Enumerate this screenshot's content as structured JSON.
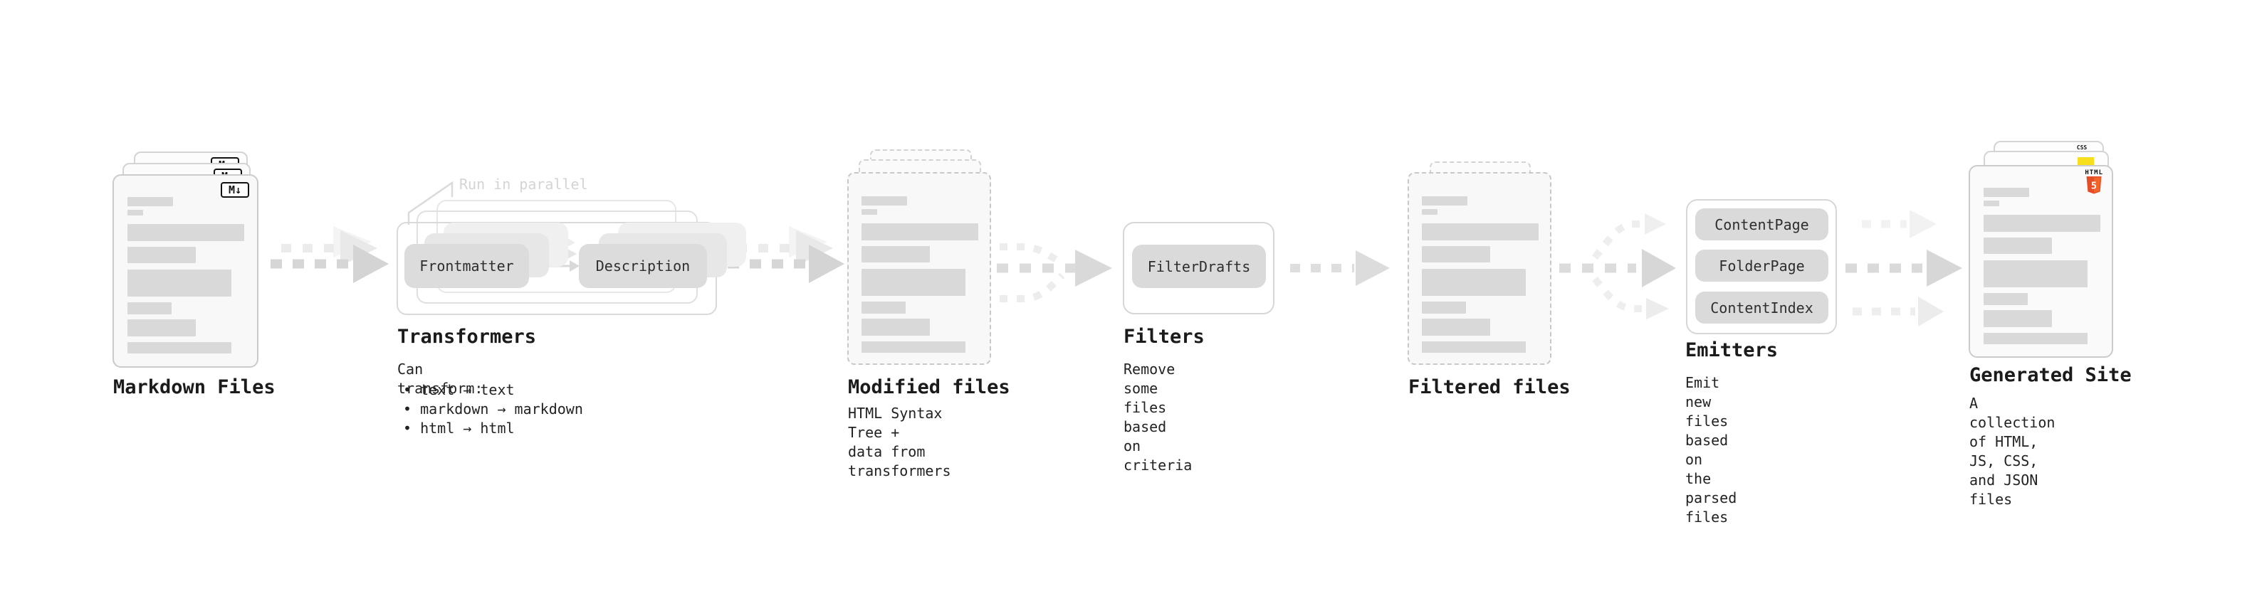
{
  "colors": {
    "html5_orange": "#e44d26",
    "html5_orange_light": "#f16529",
    "js_yellow": "#f7df1e",
    "css_blue": "#2b63f1",
    "bar_gray": "#d9d9d9"
  },
  "stages": {
    "markdown_files": {
      "title": "Markdown Files",
      "icon_label": "M↓"
    },
    "transformers": {
      "note": "Run in parallel",
      "pill_left": "Frontmatter",
      "pill_right": "Description",
      "title": "Transformers",
      "caption_heading": "Can transform:",
      "bullets": [
        "• text → text",
        "• markdown → markdown",
        "• html → html"
      ]
    },
    "modified_files": {
      "title": "Modified files",
      "caption": "HTML Syntax Tree +\ndata from transformers"
    },
    "filters": {
      "pill": "FilterDrafts",
      "title": "Filters",
      "caption": "Remove some files based\non criteria"
    },
    "filtered_files": {
      "title": "Filtered files"
    },
    "emitters": {
      "pills": [
        "ContentPage",
        "FolderPage",
        "ContentIndex"
      ],
      "title": "Emitters",
      "caption": "Emit new files based on\nthe parsed files"
    },
    "generated_site": {
      "title": "Generated Site",
      "caption": "A collection of HTML,\nJS, CSS, and JSON files",
      "html_label": "HTML",
      "html_number": "5",
      "css_label": "CSS"
    }
  },
  "skeleton_bars": [
    {
      "w": 64,
      "h": 13,
      "mt": 0
    },
    {
      "w": 22,
      "h": 8,
      "mt": 5
    },
    {
      "w": 164,
      "h": 24,
      "mt": 12
    },
    {
      "w": 96,
      "h": 23,
      "mt": 8
    },
    {
      "w": 146,
      "h": 38,
      "mt": 9
    },
    {
      "w": 62,
      "h": 17,
      "mt": 8
    },
    {
      "w": 96,
      "h": 24,
      "mt": 7
    },
    {
      "w": 146,
      "h": 16,
      "mt": 8
    }
  ]
}
